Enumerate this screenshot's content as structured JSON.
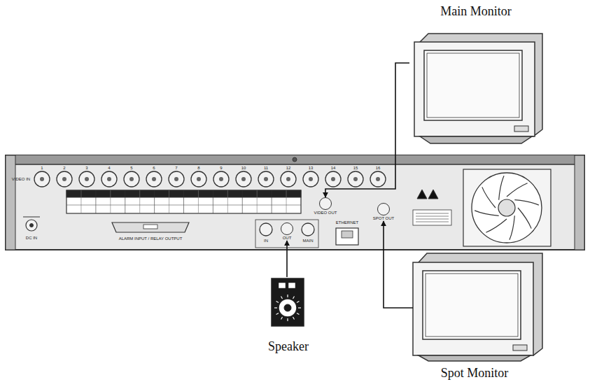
{
  "diagram": {
    "nodes": [
      {
        "text": [
          "Main Monitor"
        ]
      },
      {
        "text": [
          "VIDEO OUT"
        ]
      },
      {
        "text": [
          "SPOT OUT"
        ]
      },
      {
        "text": [
          "OUT"
        ]
      },
      {
        "text": [
          "Speaker"
        ]
      },
      {
        "text": [
          "Spot Monitor"
        ]
      }
    ],
    "edges": [
      {
        "from": 0,
        "to": 1,
        "arrow": "to"
      },
      {
        "from": 5,
        "to": 2,
        "arrow": "to"
      },
      {
        "from": 4,
        "to": 3,
        "arrow": "to"
      }
    ],
    "labels": [
      "VIDEO IN",
      "1",
      "2",
      "3",
      "4",
      "5",
      "6",
      "7",
      "8",
      "9",
      "10",
      "11",
      "12",
      "13",
      "14",
      "15",
      "16",
      "ETHERNET",
      "DC IN",
      "ALARM INPUT / RELAY OUTPUT",
      "IN",
      "MAIN"
    ]
  }
}
